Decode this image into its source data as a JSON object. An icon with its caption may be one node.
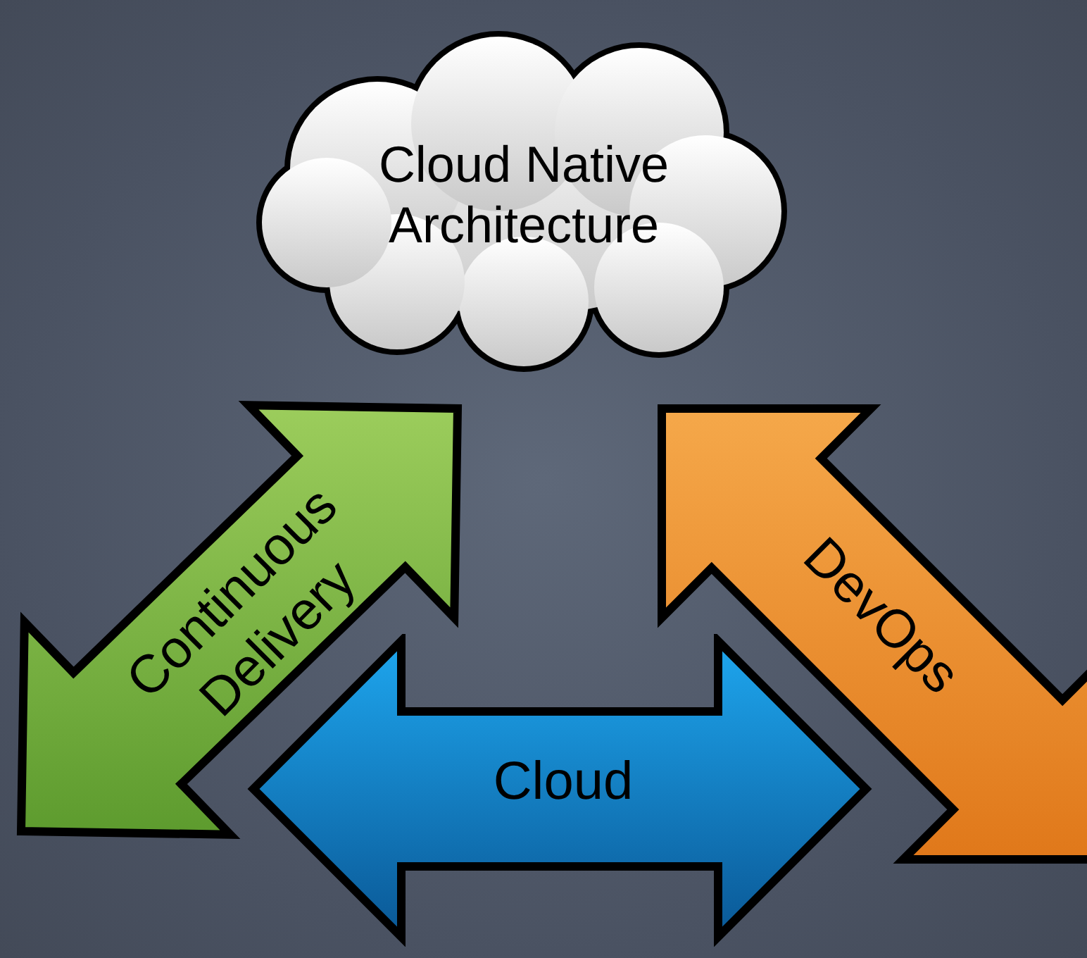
{
  "diagram": {
    "nodes": [
      {
        "text": [
          "Cloud Native Architecture"
        ]
      },
      {
        "text": [
          "Continuous Delivery"
        ]
      },
      {
        "text": [
          "DevOps"
        ]
      },
      {
        "text": [
          "Cloud"
        ]
      }
    ]
  }
}
